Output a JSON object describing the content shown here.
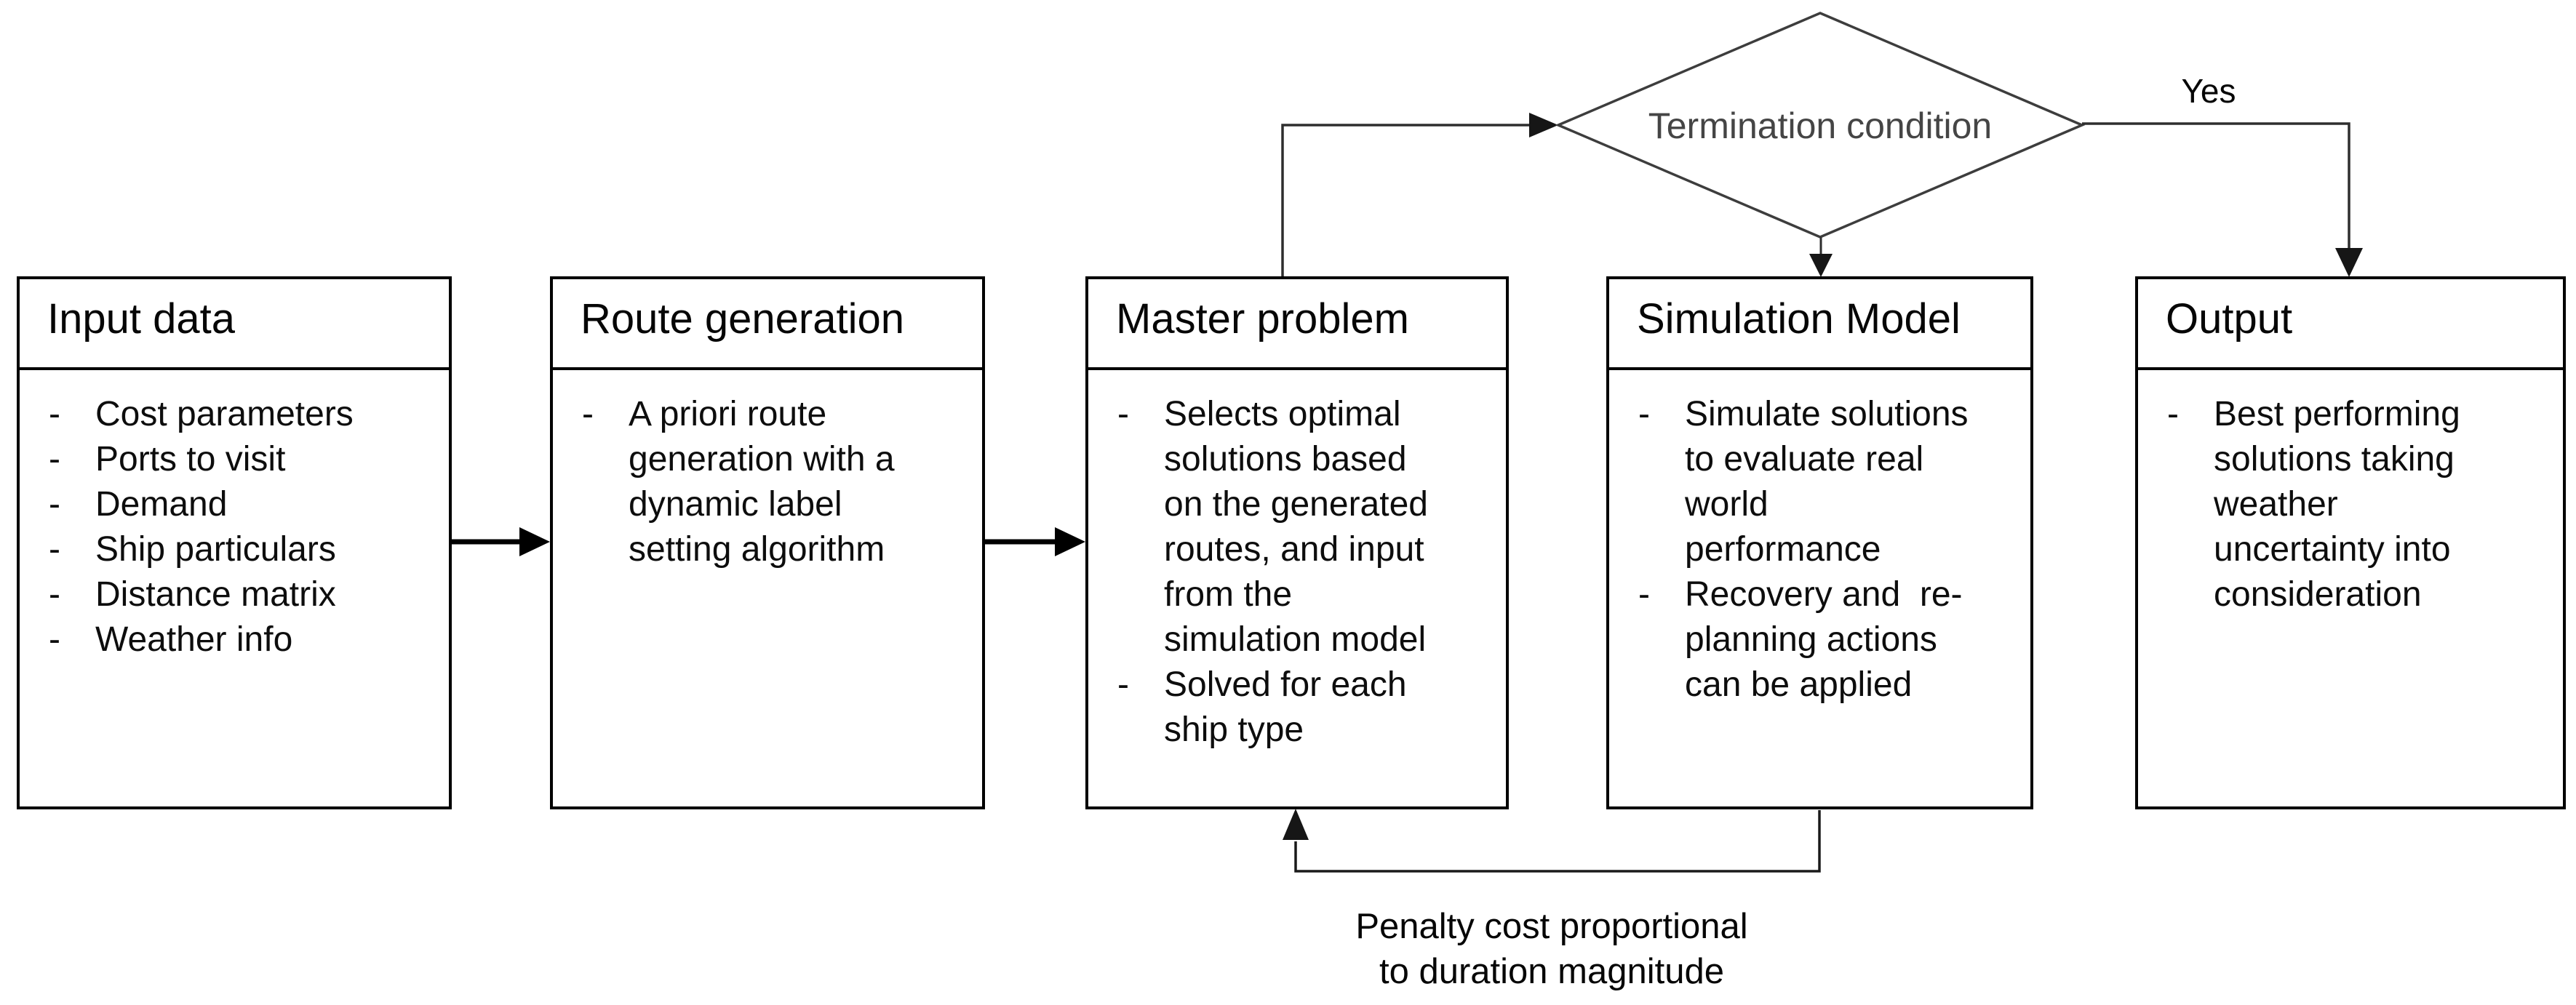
{
  "bullet_marker": "-",
  "diamond": {
    "label": "Termination condition"
  },
  "labels": {
    "yes": "Yes",
    "penalty_line1": "Penalty cost proportional",
    "penalty_line2": "to duration magnitude"
  },
  "colors": {
    "box_border": "#000000",
    "box_text": "#0d0d0d",
    "diamond_border": "#3d3d3d",
    "diamond_text": "#454545",
    "connector": "#2e2e2e",
    "arrow": "#000000"
  },
  "boxes": [
    {
      "id": "input-data",
      "title": "Input data",
      "bullets": [
        {
          "lines": [
            "Cost parameters"
          ]
        },
        {
          "lines": [
            "Ports to visit"
          ]
        },
        {
          "lines": [
            "Demand"
          ]
        },
        {
          "lines": [
            "Ship particulars"
          ]
        },
        {
          "lines": [
            "Distance matrix"
          ]
        },
        {
          "lines": [
            "Weather info"
          ]
        }
      ]
    },
    {
      "id": "route-generation",
      "title": "Route generation",
      "bullets": [
        {
          "lines": [
            "A priori route",
            "generation with a",
            "dynamic label",
            "setting algorithm"
          ]
        }
      ]
    },
    {
      "id": "master-problem",
      "title": "Master problem",
      "bullets": [
        {
          "lines": [
            "Selects optimal",
            "solutions based",
            "on the generated",
            "routes, and input",
            "from the",
            "simulation model"
          ]
        },
        {
          "lines": [
            "Solved for each",
            "ship type"
          ]
        }
      ]
    },
    {
      "id": "simulation-model",
      "title": "Simulation Model",
      "bullets": [
        {
          "lines": [
            "Simulate solutions",
            "to evaluate real",
            "world",
            "performance"
          ]
        },
        {
          "lines": [
            "Recovery and  re-",
            "planning actions",
            "can be applied"
          ]
        }
      ]
    },
    {
      "id": "output",
      "title": "Output",
      "bullets": [
        {
          "lines": [
            "Best performing",
            "solutions taking",
            "weather",
            "uncertainty into",
            "consideration"
          ]
        }
      ]
    }
  ]
}
